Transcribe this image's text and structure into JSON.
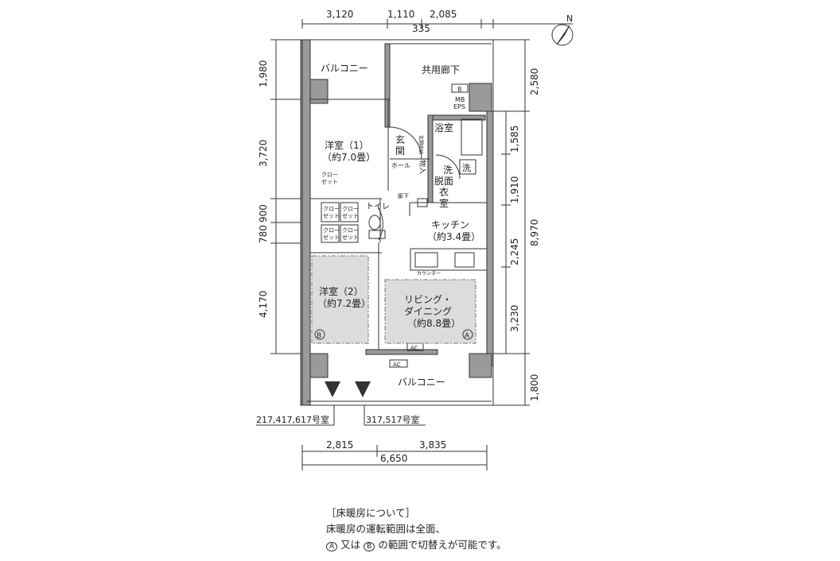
{
  "dimensions": {
    "top": [
      "3,120",
      "1,110",
      "2,085",
      "335"
    ],
    "left": [
      "1,980",
      "3,720",
      "900",
      "780",
      "4,170"
    ],
    "right": [
      "2,580",
      "1,585",
      "1,910",
      "2,245",
      "3,230",
      "1,800"
    ],
    "right_total": "8,970",
    "bottom": [
      "2,815",
      "3,835"
    ],
    "bottom_total": "6,650"
  },
  "rooms": {
    "balcony_top": "バルコニー",
    "corridor": "共用廊下",
    "mb_box": "B",
    "mb": "MB",
    "eps": "EPS",
    "western1": "洋室（1）",
    "western1_size": "（約7.0畳）",
    "closet": "クロー",
    "closet2": "ゼット",
    "entrance1": "玄",
    "entrance2": "関",
    "shoe_storage": "玄関収納",
    "storage": "物入",
    "hall": "ホール",
    "bath": "浴室",
    "washer": "洗",
    "washroom": [
      "洗",
      "脱面",
      "衣",
      "室"
    ],
    "hallway": "廊下",
    "toilet": "トイレ",
    "kitchen": "キッチン",
    "kitchen_size": "（約3.4畳）",
    "counter": "カウンター",
    "western2": "洋室（2）",
    "western2_size": "（約7.2畳）",
    "zone_b": "B",
    "living1": "リビング・",
    "living2": "ダイニング",
    "living_size": "（約8.8畳）",
    "zone_a": "A",
    "ac": "AC",
    "balcony_bottom": "バルコニー"
  },
  "unit_labels": [
    "217,417,617号室",
    "317,517号室"
  ],
  "north_label": "N",
  "note": {
    "title": "［床暖房について］",
    "line1": "床暖房の運転範囲は全面、",
    "line2_a": "A",
    "line2_mid": "又は",
    "line2_b": "B",
    "line2_end": "の範囲で切替えが可能です。"
  },
  "colors": {
    "wall": "#9a9a9a",
    "shade": "#dcdcdc",
    "line": "#333333"
  }
}
